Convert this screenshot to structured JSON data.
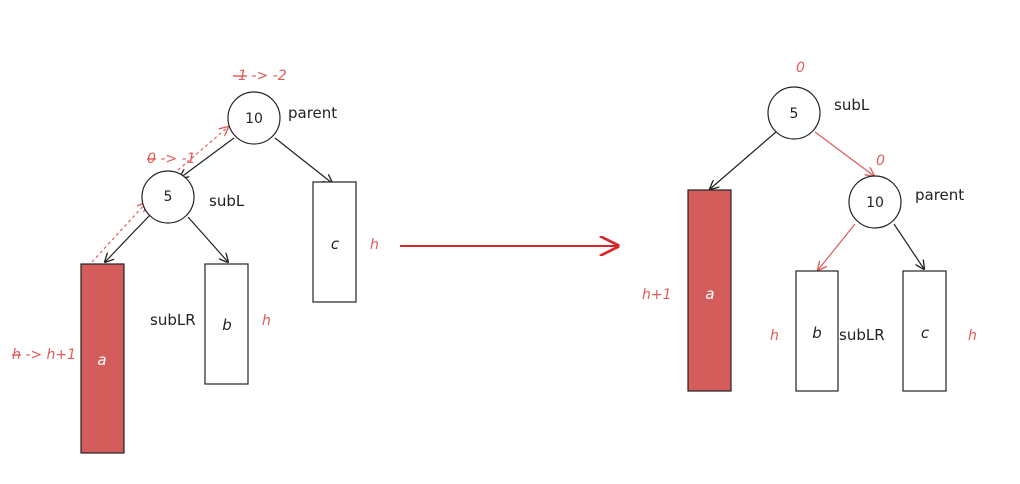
{
  "colors": {
    "accent": "#e05a5a",
    "fill_red": "#d45c5a",
    "arrow_red": "#d62728",
    "ink": "#222222"
  },
  "left": {
    "parent": {
      "value": "10",
      "label": "parent",
      "balance_old": "-1",
      "balance_new": " -> -2"
    },
    "subL": {
      "value": "5",
      "label": "subL",
      "balance_old": "0",
      "balance_new": " -> -1"
    },
    "a": {
      "label": "a",
      "height_old": "h",
      "height_new": " -> h+1"
    },
    "b": {
      "label": "b",
      "name": "subLR",
      "height": "h"
    },
    "c": {
      "label": "c",
      "height": "h"
    }
  },
  "right": {
    "subL": {
      "value": "5",
      "label": "subL",
      "balance": "0"
    },
    "parent": {
      "value": "10",
      "label": "parent",
      "balance": "0"
    },
    "a": {
      "label": "a",
      "height": "h+1"
    },
    "b": {
      "label": "b",
      "name": "subLR",
      "height": "h"
    },
    "c": {
      "label": "c",
      "height": "h"
    }
  }
}
